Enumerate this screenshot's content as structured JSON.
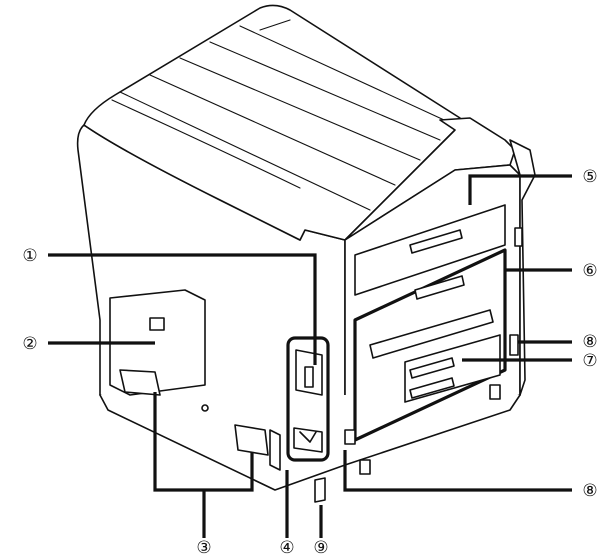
{
  "callouts": [
    {
      "id": "c1",
      "label": "①"
    },
    {
      "id": "c2",
      "label": "②"
    },
    {
      "id": "c3",
      "label": "③"
    },
    {
      "id": "c4",
      "label": "④"
    },
    {
      "id": "c5",
      "label": "⑤"
    },
    {
      "id": "c6",
      "label": "⑥"
    },
    {
      "id": "c7",
      "label": "⑦"
    },
    {
      "id": "c8a",
      "label": "⑧"
    },
    {
      "id": "c8b",
      "label": "⑧"
    },
    {
      "id": "c9",
      "label": "⑨"
    }
  ]
}
